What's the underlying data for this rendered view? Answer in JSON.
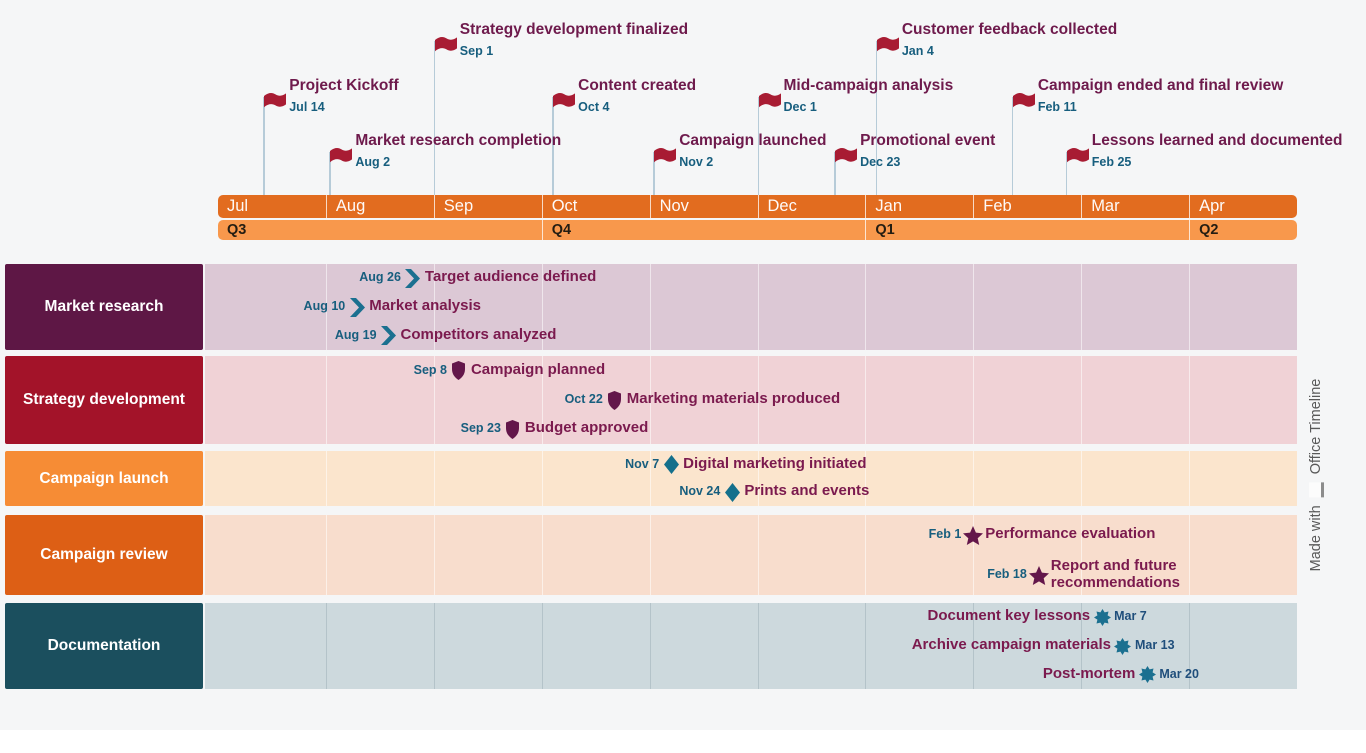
{
  "watermark": {
    "made_with": "Made with",
    "brand": "Office Timeline"
  },
  "colors": {
    "month_bar": "#e26c1f",
    "quarter_bar": "#f8984c",
    "flag": "#a81c33",
    "pole": "#b6cbd8",
    "milestone_title": "#6e1a4c",
    "milestone_date": "#175e7e",
    "task_text": "#7b1a4e",
    "watermark_text": "#595959",
    "logo_bar_green": "#4caf50",
    "logo_bar_orange": "#e8503f",
    "logo_bar_blue": "#2e9bd6",
    "slide_background": "#f5f6f7"
  },
  "chart_data": {
    "type": "timeline",
    "title": "",
    "scale": {
      "months": [
        "Jul",
        "Aug",
        "Sep",
        "Oct",
        "Nov",
        "Dec",
        "Jan",
        "Feb",
        "Mar",
        "Apr"
      ],
      "days_in_month": [
        31,
        31,
        30,
        31,
        30,
        31,
        31,
        28,
        31,
        30
      ],
      "quarters": [
        {
          "label": "Q3",
          "start_month_index": 0,
          "span_months": 3
        },
        {
          "label": "Q4",
          "start_month_index": 3,
          "span_months": 3
        },
        {
          "label": "Q1",
          "start_month_index": 6,
          "span_months": 3
        },
        {
          "label": "Q2",
          "start_month_index": 9,
          "span_months": 1
        }
      ]
    },
    "milestones": [
      {
        "title": "Strategy development finalized",
        "date": "Sep 1",
        "tier": 0
      },
      {
        "title": "Customer feedback collected",
        "date": "Jan 4",
        "tier": 0
      },
      {
        "title": "Project Kickoff",
        "date": "Jul 14",
        "tier": 1
      },
      {
        "title": "Content created",
        "date": "Oct 4",
        "tier": 1
      },
      {
        "title": "Mid-campaign analysis",
        "date": "Dec 1",
        "tier": 1
      },
      {
        "title": "Campaign ended and final review",
        "date": "Feb 11",
        "tier": 1
      },
      {
        "title": "Market research completion",
        "date": "Aug 2",
        "tier": 2
      },
      {
        "title": "Campaign launched",
        "date": "Nov 2",
        "tier": 2
      },
      {
        "title": "Promotional event",
        "date": "Dec 23",
        "tier": 2
      },
      {
        "title": "Lessons learned and documented",
        "date": "Feb 25",
        "tier": 2
      }
    ],
    "lanes": [
      {
        "name": "Market research",
        "label_bg": "#5e1745",
        "row_bg": "#dcc8d5",
        "icon": "chevron",
        "icon_color": "#1b7090",
        "date_color": "#175e7e",
        "date_side": "left",
        "tasks": [
          {
            "date": "Aug 26",
            "label": "Target audience defined",
            "row": 0
          },
          {
            "date": "Aug 10",
            "label": "Market analysis",
            "row": 1
          },
          {
            "date": "Aug 19",
            "label": "Competitors analyzed",
            "row": 2
          }
        ]
      },
      {
        "name": "Strategy development",
        "label_bg": "#a31329",
        "row_bg": "#f0d2d6",
        "icon": "shield",
        "icon_color": "#63164a",
        "date_color": "#175e7e",
        "date_side": "left",
        "tasks": [
          {
            "date": "Sep 8",
            "label": "Campaign planned",
            "row": 0
          },
          {
            "date": "Oct 22",
            "label": "Marketing materials produced",
            "row": 1
          },
          {
            "date": "Sep 23",
            "label": "Budget approved",
            "row": 2
          }
        ]
      },
      {
        "name": "Campaign launch",
        "label_bg": "#f68c35",
        "row_bg": "#fbe5cd",
        "icon": "diamond",
        "icon_color": "#14708c",
        "date_color": "#175e7e",
        "date_side": "left",
        "tasks": [
          {
            "date": "Nov 7",
            "label": "Digital marketing initiated",
            "row": 0
          },
          {
            "date": "Nov 24",
            "label": "Prints and events",
            "row": 1
          }
        ]
      },
      {
        "name": "Campaign review",
        "label_bg": "#dd5f15",
        "row_bg": "#f8ddcd",
        "icon": "star",
        "icon_color": "#63164a",
        "date_color": "#175e7e",
        "date_side": "left",
        "tasks": [
          {
            "date": "Feb 1",
            "label": "Performance evaluation",
            "row": 0
          },
          {
            "date": "Feb 18",
            "label": "Report and future recommendations",
            "row": 1,
            "wrap": true
          }
        ]
      },
      {
        "name": "Documentation",
        "label_bg": "#1b4f5e",
        "row_bg": "#cdd9dd",
        "icon": "burst",
        "icon_color": "#1b7090",
        "date_color": "#1f4e7b",
        "date_side": "right",
        "tasks": [
          {
            "date": "Mar 7",
            "label": "Document key lessons",
            "row": 0
          },
          {
            "date": "Mar 13",
            "label": "Archive campaign materials",
            "row": 1
          },
          {
            "date": "Mar 20",
            "label": "Post-mortem",
            "row": 2
          }
        ]
      }
    ]
  }
}
